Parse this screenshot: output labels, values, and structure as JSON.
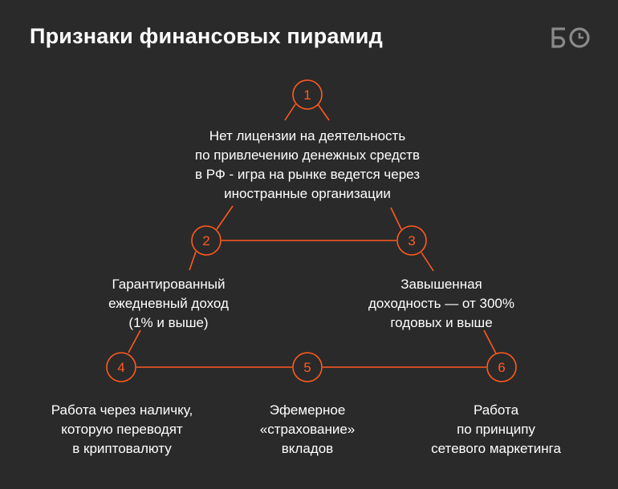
{
  "title": "Признаки финансовых пирамид",
  "logo": {
    "text": "БО",
    "icon": "bo-logo-icon"
  },
  "colors": {
    "background": "#2a2a2a",
    "accent": "#ff5a1f",
    "text": "#ffffff"
  },
  "nodes": [
    {
      "number": "1",
      "lines": [
        "Нет лицензии на деятельность",
        "по привлечению денежных средств",
        "в РФ - игра на рынке ведется через",
        "иностранные организации"
      ]
    },
    {
      "number": "2",
      "lines": [
        "Гарантированный",
        "ежедневный доход",
        "(1% и выше)"
      ]
    },
    {
      "number": "3",
      "lines": [
        "Завышенная",
        "доходность — от 300%",
        "годовых и выше"
      ]
    },
    {
      "number": "4",
      "lines": [
        "Работа через наличку,",
        "которую переводят",
        "в криптовалюту"
      ]
    },
    {
      "number": "5",
      "lines": [
        "Эфемерное",
        "«страхование»",
        "вкладов"
      ]
    },
    {
      "number": "6",
      "lines": [
        "Работа",
        "по принципу",
        "сетевого маркетинга"
      ]
    }
  ]
}
